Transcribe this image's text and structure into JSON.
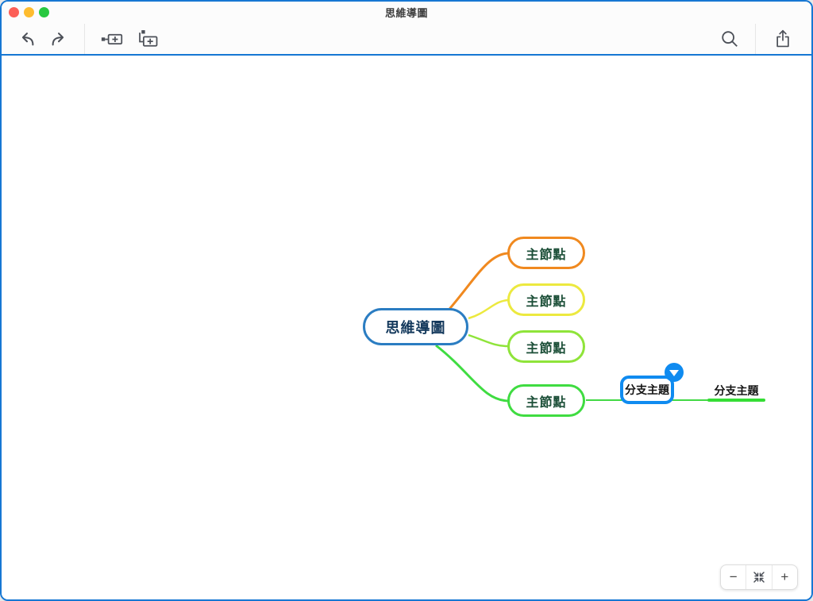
{
  "window": {
    "title": "思維導圖"
  },
  "titlebar": {
    "traffic_lights": [
      {
        "name": "close",
        "color": "#fc5f57"
      },
      {
        "name": "minimize",
        "color": "#febc2e"
      },
      {
        "name": "zoom-window",
        "color": "#28c840"
      }
    ]
  },
  "toolbar": {
    "icons": [
      "undo-icon",
      "redo-icon",
      "add-node-icon",
      "add-child-node-icon",
      "search-icon",
      "share-icon"
    ]
  },
  "mindmap": {
    "root": {
      "label": "思維導圖",
      "border_color": "#2b7dc2",
      "text_color": "#14395c"
    },
    "main_nodes": [
      {
        "label": "主節點",
        "border_color": "#f0891f"
      },
      {
        "label": "主節點",
        "border_color": "#ece93f"
      },
      {
        "label": "主節點",
        "border_color": "#8fe43a"
      },
      {
        "label": "主節點",
        "border_color": "#3fdc41"
      }
    ],
    "branches": {
      "selected": {
        "label": "分支主題",
        "selection_color": "#0f8bf0"
      },
      "child": {
        "label": "分支主題",
        "line_color": "#35dd35"
      }
    },
    "node_text_color": "#1c4f38",
    "connector_colors": [
      "#f0891f",
      "#ece93f",
      "#8fe43a",
      "#3fdc41"
    ]
  },
  "zoom_controls": {
    "zoom_out": "−",
    "zoom_in": "+"
  },
  "colors": {
    "focus_ring": "#1677d3"
  }
}
